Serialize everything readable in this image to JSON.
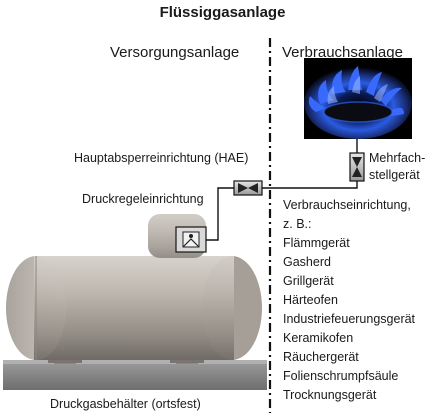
{
  "title": "Flüssiggasanlage",
  "left_section": "Versorgungsanlage",
  "right_section": "Verbrauchsanlage",
  "labels": {
    "hae": "Hauptabsperreinrichtung (HAE)",
    "regulator": "Druckregeleinrichtung",
    "multi_device_line1": "Mehrfach-",
    "multi_device_line2": "stellgerät",
    "tank": "Druckgasbehälter (ortsfest)"
  },
  "consumers": {
    "heading_line1": "Verbrauchseinrichtung,",
    "heading_line2": "z. B.:",
    "items": [
      "Flämmgerät",
      "Gasherd",
      "Grillgerät",
      "Härteofen",
      "Industriefeuerungsgerät",
      "Keramikofen",
      "Räuchergerät",
      "Folienschrumpfsäule",
      "Trocknungsgerät"
    ]
  },
  "colors": {
    "flame_blue": "#2d63e8",
    "tank_gray": "#b9b3ab",
    "ground_gray": "#8a8a8a"
  },
  "icons": [
    "gas-flame-icon",
    "valve-icon"
  ]
}
